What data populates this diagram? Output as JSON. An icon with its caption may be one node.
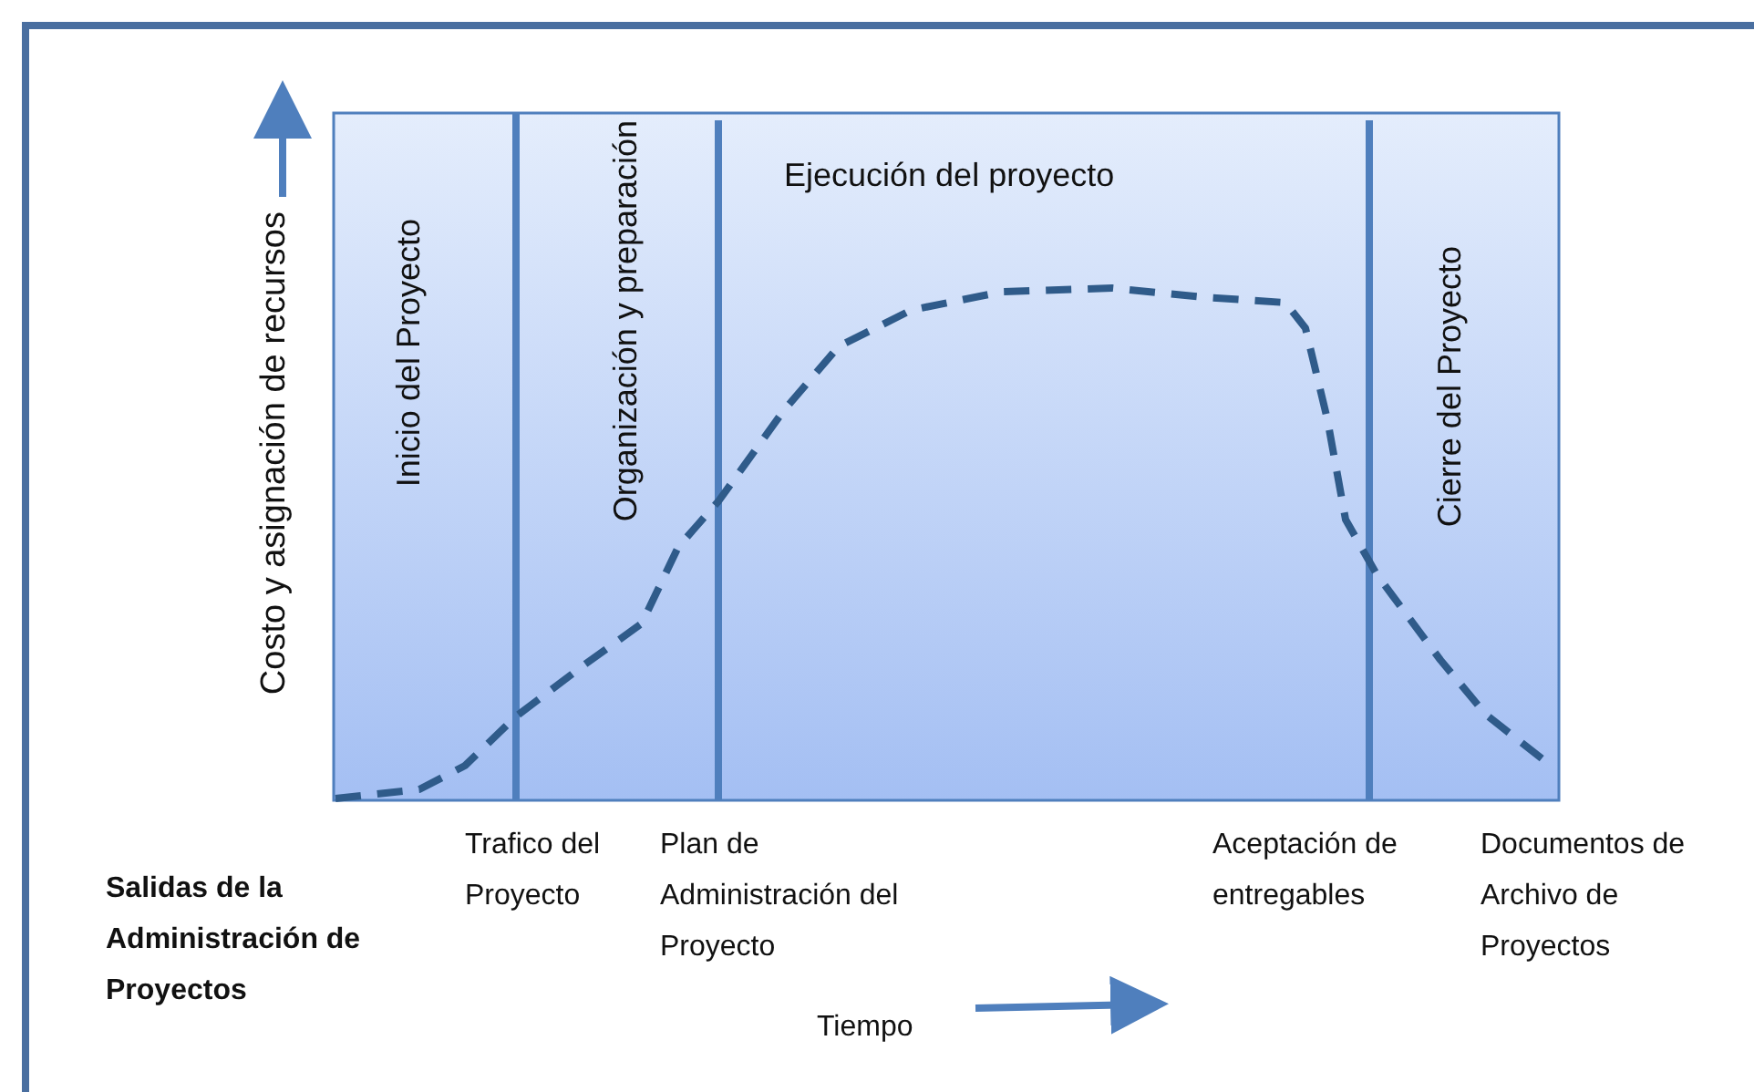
{
  "diagram": {
    "nodes": [
      {
        "text": [
          "Inicio del Proyecto"
        ]
      },
      {
        "text": [
          "Organización y preparación"
        ]
      },
      {
        "text": [
          "Ejecución del proyecto"
        ]
      },
      {
        "text": [
          "Cierre del Proyecto"
        ]
      }
    ],
    "edges": [],
    "labels": [
      "Costo y asignación de recursos",
      "Trafico del Proyecto",
      "Plan de Administración del Proyecto",
      "Aceptación de entregables",
      "Documentos de Archivo de Proyectos",
      "Salidas de la Administración de Proyectos",
      "Tiempo"
    ]
  }
}
